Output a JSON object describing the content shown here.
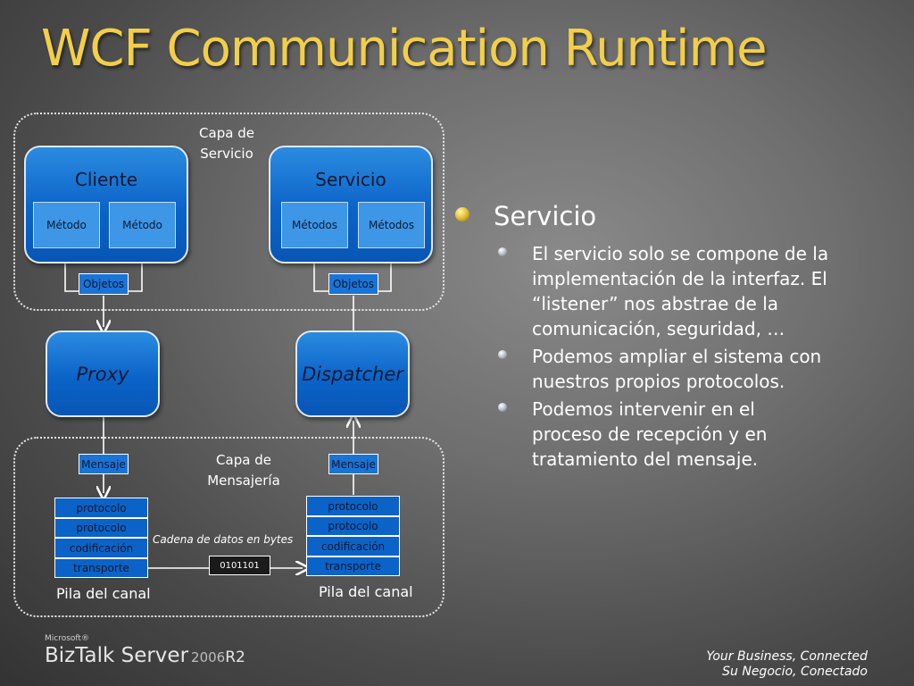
{
  "title": "WCF Communication Runtime",
  "diagram": {
    "capa_servicio": "Capa de Servicio",
    "capa_mensajeria": "Capa de Mensajería",
    "cliente": {
      "title": "Cliente",
      "items": [
        "Método",
        "Método"
      ]
    },
    "servicio": {
      "title": "Servicio",
      "items": [
        "Métodos",
        "Métodos"
      ]
    },
    "objetos_left": "Objetos",
    "objetos_right": "Objetos",
    "proxy": "Proxy",
    "dispatcher": "Dispatcher",
    "mensaje_left": "Mensaje",
    "mensaje_right": "Mensaje",
    "stack_left": [
      "protocolo",
      "protocolo",
      "codificación",
      "transporte"
    ],
    "stack_right": [
      "protocolo",
      "protocolo",
      "codificación",
      "transporte"
    ],
    "cadena": "Cadena de datos en bytes",
    "bytes": "0101101",
    "pila_left": "Pila del canal",
    "pila_right": "Pila del canal"
  },
  "bullets": {
    "heading": "Servicio",
    "items": [
      "El servicio solo se compone de la implementación de la interfaz. El “listener” nos abstrae de la comunicación, seguridad, …",
      "Podemos ampliar el sistema con nuestros propios protocolos.",
      "Podemos intervenir en el proceso de recepción y en tratamiento del mensaje."
    ]
  },
  "footer": {
    "microsoft": "Microsoft®",
    "product": "BizTalk Server",
    "year": "2006",
    "release": "R2",
    "tagline_en": "Your Business, Connected",
    "tagline_es": "Su Negocio, Conectado"
  },
  "colors": {
    "title": "#f2cf4a",
    "box_blue": "#0b63c8",
    "bullet_gold": "#e7c43a"
  },
  "icons": {
    "level1_bullet": "gold-sphere-bullet",
    "level2_bullet": "silver-sphere-bullet"
  }
}
